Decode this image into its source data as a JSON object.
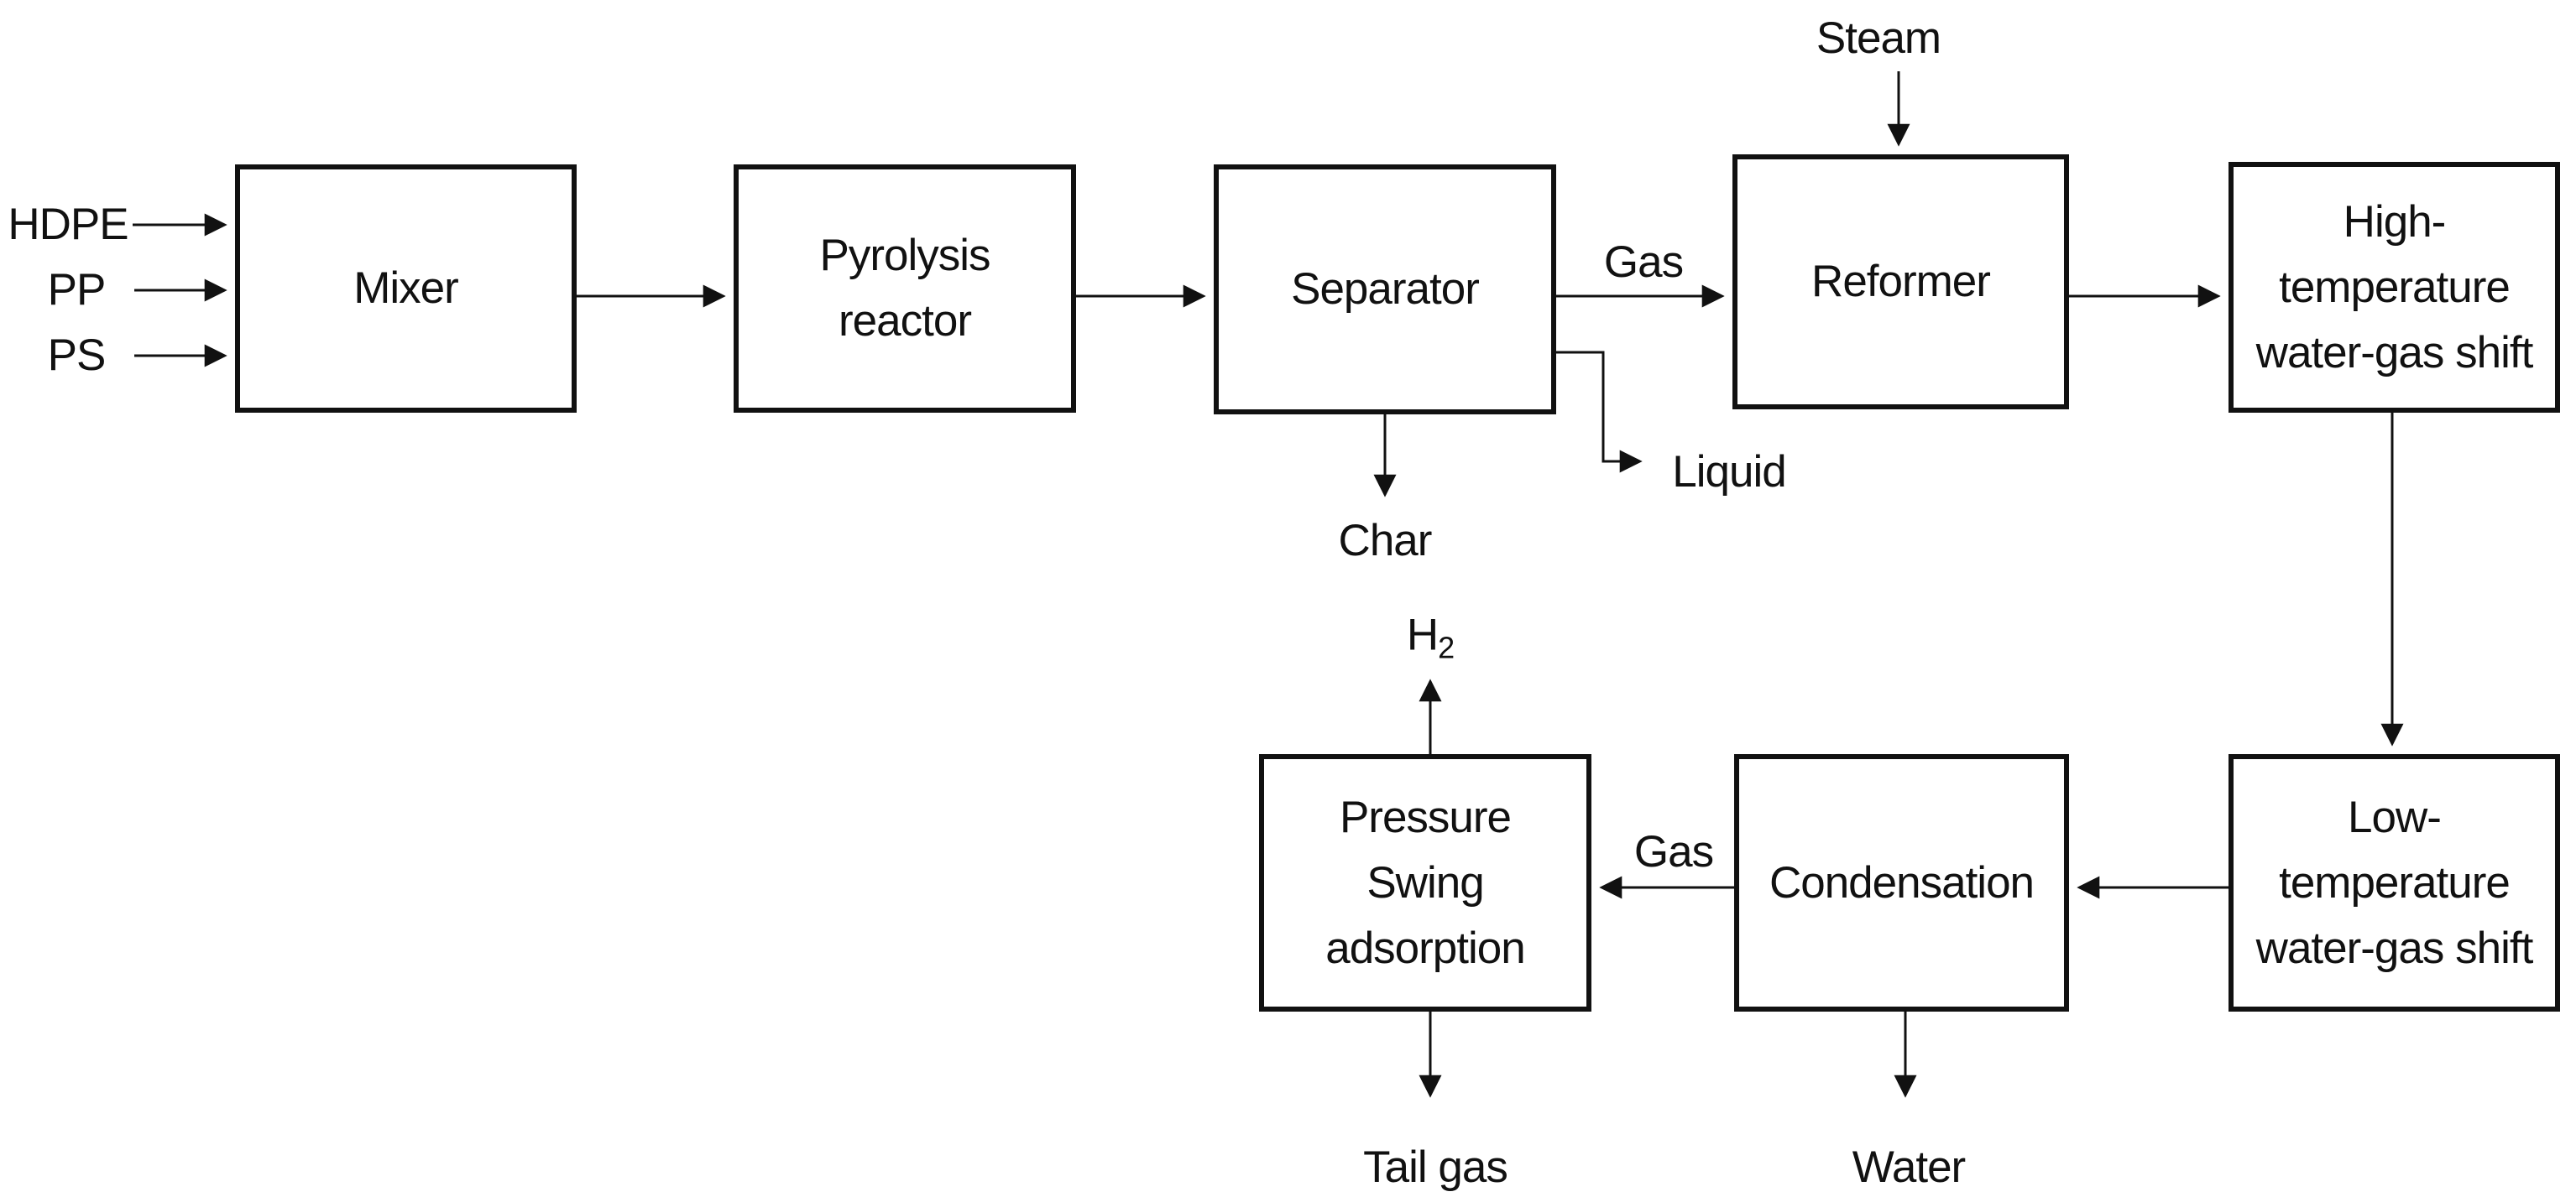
{
  "diagram": {
    "type": "process-flow-block-diagram",
    "colors": {
      "background": "#ffffff",
      "line": "#111111",
      "text": "#111111"
    },
    "nodes": {
      "mixer": {
        "lines": [
          "Mixer"
        ]
      },
      "pyrolysis_reactor": {
        "lines": [
          "Pyrolysis",
          "reactor"
        ]
      },
      "separator": {
        "lines": [
          "Separator"
        ]
      },
      "reformer": {
        "lines": [
          "Reformer"
        ]
      },
      "ht_wgs": {
        "lines": [
          "High-",
          "temperature",
          "water-gas shift"
        ]
      },
      "lt_wgs": {
        "lines": [
          "Low-",
          "temperature",
          "water-gas shift"
        ]
      },
      "condensation": {
        "lines": [
          "Condensation"
        ]
      },
      "psa": {
        "lines": [
          "Pressure",
          "Swing",
          "adsorption"
        ]
      }
    },
    "streams": {
      "hdpe": "HDPE",
      "pp": "PP",
      "ps": "PS",
      "steam": "Steam",
      "gas_top": "Gas",
      "char": "Char",
      "liquid": "Liquid",
      "gas_bottom": "Gas",
      "h2_base": "H",
      "h2_sub": "2",
      "tail_gas": "Tail gas",
      "water": "Water"
    }
  }
}
